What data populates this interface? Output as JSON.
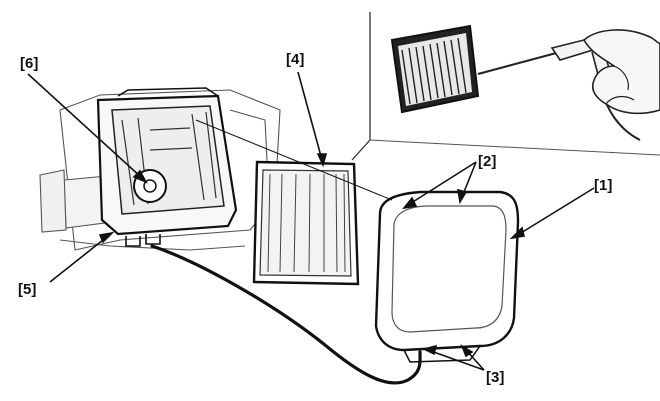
{
  "callouts": [
    {
      "id": "1",
      "text": "[1]"
    },
    {
      "id": "2",
      "text": "[2]"
    },
    {
      "id": "3",
      "text": "[3]"
    },
    {
      "id": "4",
      "text": "[4]"
    },
    {
      "id": "5",
      "text": "[5]"
    },
    {
      "id": "6",
      "text": "[6]"
    }
  ],
  "icons": [
    "air-filter-element-icon",
    "compressed-air-gun-icon",
    "hand-icon",
    "air-cleaner-housing-icon",
    "air-cleaner-cover-icon",
    "drain-tube-icon"
  ],
  "colors": {
    "ink": "#1a1a1a",
    "paper": "#ffffff",
    "panel": "#f4f4f4"
  }
}
